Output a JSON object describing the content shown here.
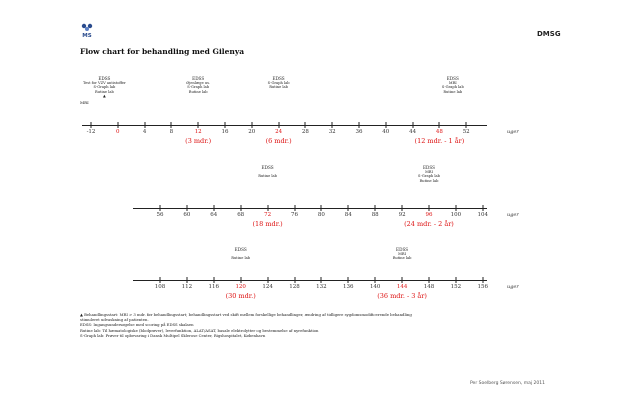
{
  "header": {
    "logo_text": "MS",
    "org": "DMSG",
    "title": "Flow chart for behandling med Gilenya"
  },
  "unit": "uger",
  "mri_label": "MRI",
  "timelines": [
    {
      "ticks": [
        "-12",
        "0",
        "4",
        "8",
        "12",
        "16",
        "20",
        "24",
        "28",
        "32",
        "36",
        "40",
        "44",
        "48",
        "52"
      ],
      "red_ticks": [
        1,
        4,
        7,
        13
      ],
      "annotations": [
        {
          "tick": 0.5,
          "lines": [
            "EDSS",
            "Test for VZV antistoffer",
            "S-Graph lab",
            "Rutine lab"
          ],
          "arrow": "▲"
        },
        {
          "tick": 4,
          "lines": [
            "EDSS",
            "Øjenlæge us.",
            "S-Graph lab",
            "Rutine lab"
          ]
        },
        {
          "tick": 7,
          "lines": [
            "EDSS",
            "S-Graph lab",
            "Rutine lab"
          ]
        },
        {
          "tick": 13.5,
          "lines": [
            "EDSS",
            "MRI",
            "S-Graph lab",
            "Rutine lab"
          ]
        }
      ],
      "marks": [
        {
          "tick": 4,
          "text": "(3 mdr.)"
        },
        {
          "tick": 7,
          "text": "(6 mdr.)"
        },
        {
          "tick": 13,
          "text": "(12 mdr. - 1 år)"
        }
      ]
    },
    {
      "ticks": [
        "56",
        "60",
        "64",
        "68",
        "72",
        "76",
        "80",
        "84",
        "88",
        "92",
        "96",
        "100",
        "104"
      ],
      "red_ticks": [
        4,
        10
      ],
      "annotations": [
        {
          "tick": 4,
          "lines": [
            "EDSS",
            "",
            "Rutine lab"
          ]
        },
        {
          "tick": 10,
          "lines": [
            "EDSS",
            "MRI",
            "S-Graph lab",
            "Rutine lab"
          ]
        }
      ],
      "marks": [
        {
          "tick": 4,
          "text": "(18 mdr.)"
        },
        {
          "tick": 10,
          "text": "(24 mdr. - 2 år)"
        }
      ]
    },
    {
      "ticks": [
        "108",
        "112",
        "116",
        "120",
        "124",
        "128",
        "132",
        "136",
        "140",
        "144",
        "148",
        "152",
        "156"
      ],
      "red_ticks": [
        3,
        9
      ],
      "annotations": [
        {
          "tick": 3,
          "lines": [
            "EDSS",
            "",
            "Rutine lab"
          ]
        },
        {
          "tick": 9,
          "lines": [
            "EDSS",
            "MRI",
            "Rutine lab"
          ]
        }
      ],
      "marks": [
        {
          "tick": 3,
          "text": "(30 mdr.)"
        },
        {
          "tick": 9,
          "text": "(36 mdr. - 3 år)"
        }
      ]
    }
  ],
  "footnotes": [
    "▲ Behandlingsstart: MRI > 3 mdr. før behandlingsstart; behandlingsstart ved skift mellem forskellige behandlinger, ændring af tidligere sygdomsmodificerende behandling",
    "stimuleret udvaskning af patienten.",
    "EDSS: Ingangsundersøgelse med scoring på EDSS skalaen",
    "Rutine lab: Til hæmatologiske (blodprøver), leverfunktion, ALAT/ASAT, basale elektrolytter og bestemmelse af nyrefunktion",
    "S-Graph lab: Prøver til opbevaring i Dansk Multipel Sklerose Center, Rigshospitalet, København"
  ],
  "footer": "Per Soelberg Sørensen, maj 2011"
}
